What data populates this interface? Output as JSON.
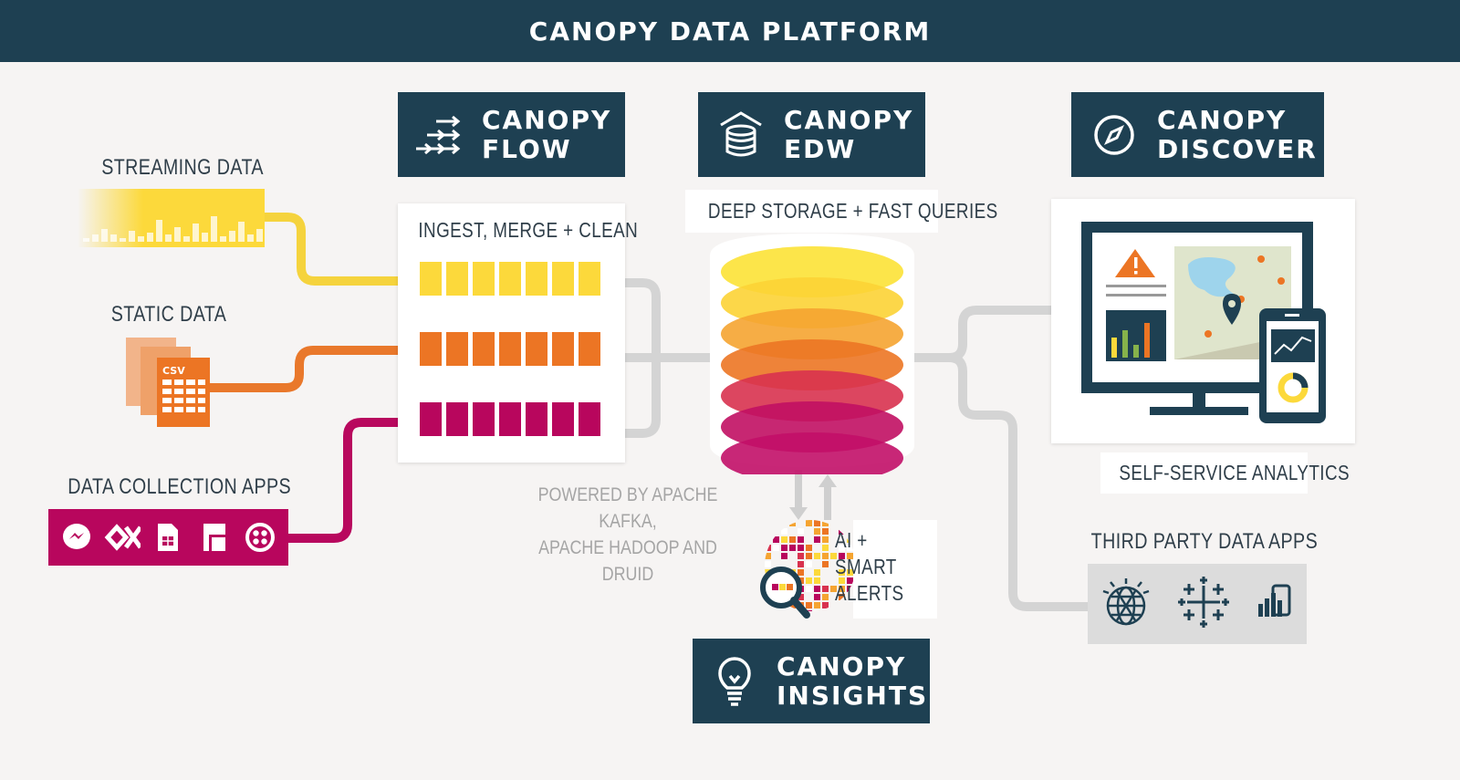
{
  "header": {
    "title": "CANOPY DATA PLATFORM"
  },
  "products": {
    "flow": {
      "name_line1": "CANOPY",
      "name_line2": "FLOW",
      "icon": "flow-arrows-icon"
    },
    "edw": {
      "name_line1": "CANOPY",
      "name_line2": "EDW",
      "icon": "database-icon"
    },
    "discover": {
      "name_line1": "CANOPY",
      "name_line2": "DISCOVER",
      "icon": "compass-icon"
    },
    "insights": {
      "name_line1": "CANOPY",
      "name_line2": "INSIGHTS",
      "icon": "lightbulb-icon"
    }
  },
  "sources": {
    "streaming": "STREAMING DATA",
    "static": "STATIC DATA",
    "static_file_badge": "CSV",
    "apps": "DATA COLLECTION APPS",
    "app_icons": [
      "messenger-icon",
      "ox-icon",
      "sheets-icon",
      "forms-icon",
      "twilio-icon"
    ]
  },
  "flow_box": {
    "title": "INGEST, MERGE + CLEAN"
  },
  "edw_box": {
    "caption": "DEEP STORAGE + FAST QUERIES"
  },
  "powered_by": {
    "line1": "POWERED BY APACHE KAFKA,",
    "line2": "APACHE HADOOP AND DRUID"
  },
  "ai": {
    "line1": "AI +",
    "line2": "SMART",
    "line3": "ALERTS"
  },
  "discover_box": {
    "caption": "SELF-SERVICE ANALYTICS"
  },
  "third_party": {
    "title": "THIRD PARTY DATA APPS",
    "icons": [
      "watson-globe-icon",
      "tableau-icon",
      "powerbi-icon"
    ]
  },
  "colors": {
    "navy": "#1e4052",
    "yellow": "#fcd93b",
    "orange": "#ec7524",
    "magenta": "#b8065d",
    "gray_wire": "#cfcfcf",
    "background": "#f6f4f3"
  }
}
